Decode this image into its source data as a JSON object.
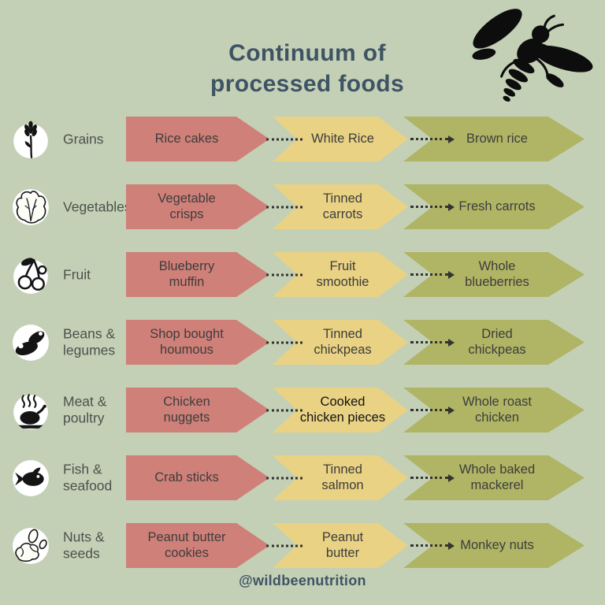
{
  "title": "Continuum of\nprocessed foods",
  "footer": "@wildbeenutrition",
  "colors": {
    "background": "#c3d0b6",
    "most_processed_arrow": "#cf8078",
    "mid_processed_arrow": "#e9d283",
    "least_processed_arrow": "#afb564",
    "heading_text": "#3e5363",
    "category_text": "#4b514b",
    "arrow_text": "#3d3d3d",
    "connector": "#333333",
    "icon_circle": "#ffffff"
  },
  "rows": [
    {
      "category": "Grains",
      "icon": "wheat-icon",
      "most_processed": "Rice cakes",
      "mid_processed": "White Rice",
      "least_processed": "Brown rice"
    },
    {
      "category": "Vegetables",
      "icon": "lettuce-icon",
      "most_processed": "Vegetable\ncrisps",
      "mid_processed": "Tinned\ncarrots",
      "least_processed": "Fresh carrots"
    },
    {
      "category": "Fruit",
      "icon": "cherries-icon",
      "most_processed": "Blueberry\nmuffin",
      "mid_processed": "Fruit\nsmoothie",
      "least_processed": "Whole\nblueberries"
    },
    {
      "category": "Beans &\nlegumes",
      "icon": "beans-icon",
      "most_processed": "Shop bought\nhoumous",
      "mid_processed": "Tinned\nchickpeas",
      "least_processed": "Dried\nchickpeas"
    },
    {
      "category": "Meat &\npoultry",
      "icon": "roast-poultry-icon",
      "most_processed": "Chicken\nnuggets",
      "mid_processed": "Cooked\nchicken pieces",
      "least_processed": "Whole roast\nchicken"
    },
    {
      "category": "Fish &\nseafood",
      "icon": "fish-icon",
      "most_processed": "Crab sticks",
      "mid_processed": "Tinned\nsalmon",
      "least_processed": "Whole baked\nmackerel"
    },
    {
      "category": "Nuts &\nseeds",
      "icon": "peanuts-icon",
      "most_processed": "Peanut butter\ncookies",
      "mid_processed": "Peanut\nbutter",
      "least_processed": "Monkey nuts"
    }
  ]
}
